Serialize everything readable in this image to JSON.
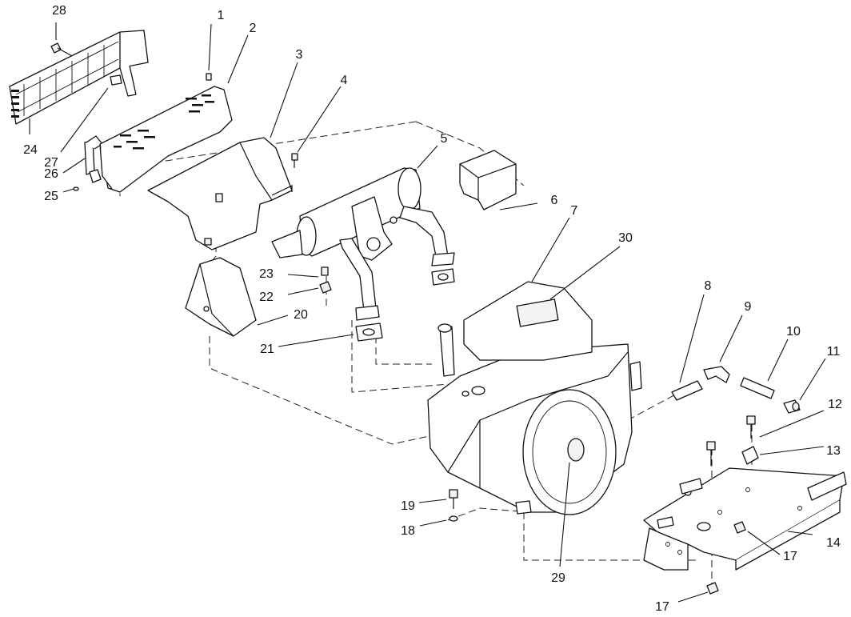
{
  "diagram": {
    "callouts": [
      {
        "id": "c1",
        "text": "1"
      },
      {
        "id": "c2",
        "text": "2"
      },
      {
        "id": "c3",
        "text": "3"
      },
      {
        "id": "c4",
        "text": "4"
      },
      {
        "id": "c5",
        "text": "5"
      },
      {
        "id": "c6",
        "text": "6"
      },
      {
        "id": "c7",
        "text": "7"
      },
      {
        "id": "c8",
        "text": "8"
      },
      {
        "id": "c9",
        "text": "9"
      },
      {
        "id": "c10",
        "text": "10"
      },
      {
        "id": "c11",
        "text": "11"
      },
      {
        "id": "c12",
        "text": "12"
      },
      {
        "id": "c13",
        "text": "13"
      },
      {
        "id": "c14",
        "text": "14"
      },
      {
        "id": "c17a",
        "text": "17"
      },
      {
        "id": "c17b",
        "text": "17"
      },
      {
        "id": "c18",
        "text": "18"
      },
      {
        "id": "c19",
        "text": "19"
      },
      {
        "id": "c20",
        "text": "20"
      },
      {
        "id": "c21",
        "text": "21"
      },
      {
        "id": "c22",
        "text": "22"
      },
      {
        "id": "c23",
        "text": "23"
      },
      {
        "id": "c24",
        "text": "24"
      },
      {
        "id": "c25",
        "text": "25"
      },
      {
        "id": "c26",
        "text": "26"
      },
      {
        "id": "c27",
        "text": "27"
      },
      {
        "id": "c28",
        "text": "28"
      },
      {
        "id": "c29",
        "text": "29"
      },
      {
        "id": "c30",
        "text": "30"
      }
    ]
  }
}
